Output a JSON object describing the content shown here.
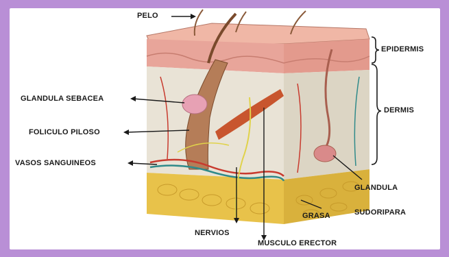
{
  "labels": {
    "pelo": "PELO",
    "epidermis": "EPIDERMIS",
    "dermis": "DERMIS",
    "glandula_sebacea": "GLANDULA SEBACEA",
    "foliculo_piloso": "FOLICULO PILOSO",
    "vasos_sanguineos": "VASOS SANGUINEOS",
    "glandula_sudoripara_line1": "GLANDULA",
    "glandula_sudoripara_line2": "SUDORIPARA",
    "grasa": "GRASA",
    "nervios": "NERVIOS",
    "musculo_erector": "MUSCULO ERECTOR"
  },
  "colors": {
    "frame": "#b98fd6",
    "epidermis": "#e8a59a",
    "dermis": "#e9e3d6",
    "fat": "#e8c24a",
    "hair": "#9a6a45",
    "muscle": "#c8552e",
    "vessel_red": "#c83a2e",
    "vessel_blue": "#2f8a8a"
  }
}
